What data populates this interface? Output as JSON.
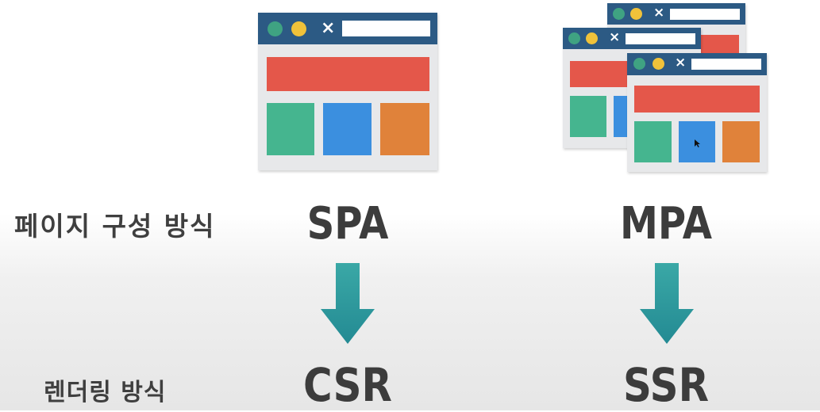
{
  "colors": {
    "titlebar": "#2c5a84",
    "dot_green": "#3fa382",
    "dot_yellow": "#f0c23a",
    "red": "#e4574a",
    "green": "#45b58f",
    "blue": "#3b8fdf",
    "orange": "#e0823a",
    "window_bg": "#e7e8ea",
    "arrow": "#2c9a9e"
  },
  "icons": {
    "close": "×"
  },
  "rows": {
    "page_structure": "페이지 구성 방식",
    "rendering": "렌더링 방식"
  },
  "columns": [
    {
      "top": "SPA",
      "bottom": "CSR"
    },
    {
      "top": "MPA",
      "bottom": "SSR"
    }
  ]
}
